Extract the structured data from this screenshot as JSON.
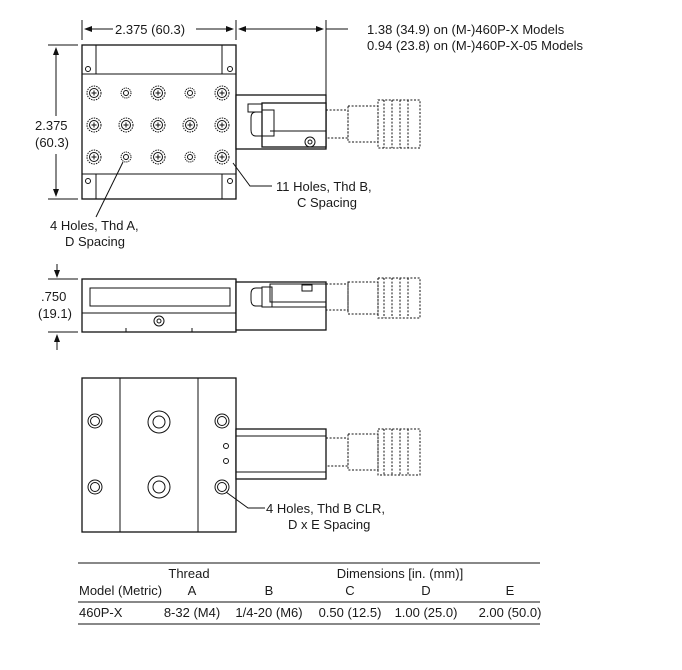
{
  "top_view": {
    "width_dim": "2.375 (60.3)",
    "height_dim_line1": "2.375",
    "height_dim_line2": "(60.3)",
    "ext_dim_line1": "1.38 (34.9) on (M-)460P-X Models",
    "ext_dim_line2": "0.94 (23.8) on (M-)460P-X-05 Models",
    "holes_b_line1": "11 Holes, Thd B,",
    "holes_b_line2": "C Spacing",
    "holes_a_line1": "4 Holes, Thd A,",
    "holes_a_line2": "D Spacing"
  },
  "side_view": {
    "height_dim_line1": ".750",
    "height_dim_line2": "(19.1)"
  },
  "bottom_view": {
    "holes_line1": "4 Holes, Thd B CLR,",
    "holes_line2": "D x E Spacing"
  },
  "table": {
    "group_thread": "Thread",
    "group_dimensions": "Dimensions [in. (mm)]",
    "col_model": "Model (Metric)",
    "col_a": "A",
    "col_b": "B",
    "col_c": "C",
    "col_d": "D",
    "col_e": "E",
    "row": {
      "model": "460P-X",
      "a": "8-32 (M4)",
      "b": "1/4-20 (M6)",
      "c": "0.50 (12.5)",
      "d": "1.00 (25.0)",
      "e": "2.00 (50.0)"
    }
  }
}
